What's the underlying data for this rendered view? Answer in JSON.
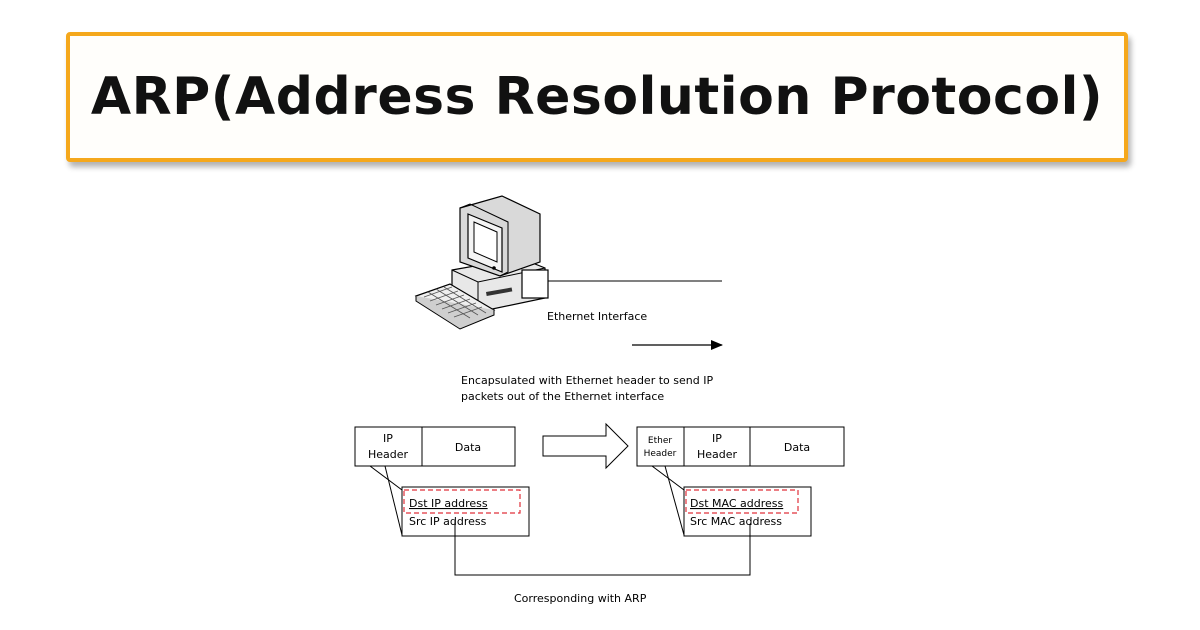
{
  "title": "ARP(Address Resolution Protocol)",
  "diagram": {
    "ethernet_interface_label": "Ethernet Interface",
    "encapsulation_line1": "Encapsulated with Ethernet header to send IP",
    "encapsulation_line2": "packets out of the Ethernet interface",
    "ip_packet": {
      "ip_label": "IP",
      "header_label": "Header",
      "data_label": "Data",
      "dst_field": "Dst IP address",
      "src_field": "Src IP address"
    },
    "ethernet_frame": {
      "ether_label": "Ether",
      "ether_header_label": "Header",
      "ip_label": "IP",
      "header_label": "Header",
      "data_label": "Data",
      "dst_field": "Dst MAC address",
      "src_field": "Src MAC address"
    },
    "corresponding_label": "Corresponding with ARP"
  },
  "colors": {
    "title_border": "#f5a81c",
    "dashed_highlight": "#e0303a"
  },
  "icons": [
    "desktop-computer-icon",
    "keyboard-icon",
    "arrow-right-icon",
    "block-arrow-icon"
  ]
}
